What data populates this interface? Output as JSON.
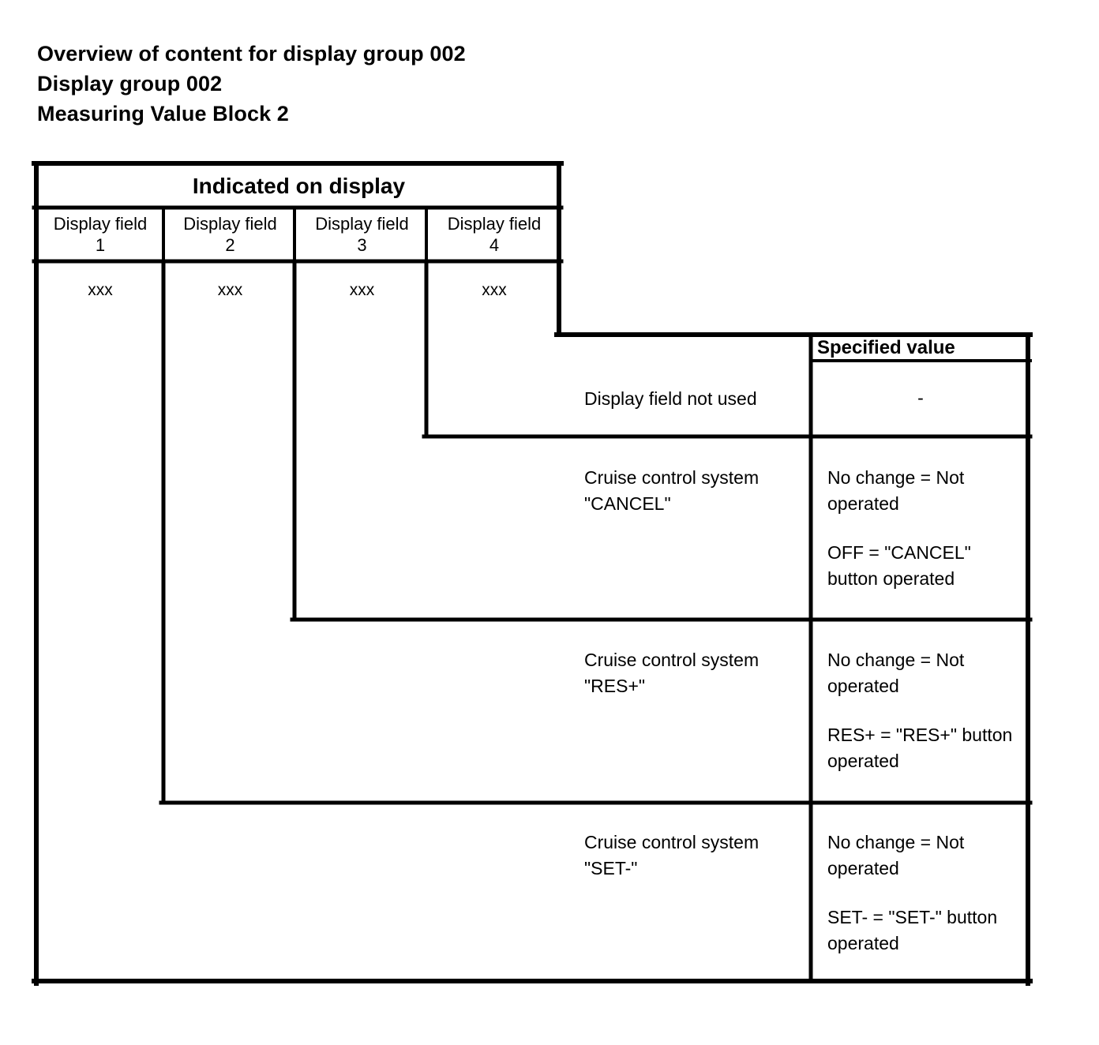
{
  "document": {
    "headings": [
      "Overview of content for display group 002",
      "Display group 002",
      "Measuring Value Block 2"
    ]
  },
  "table": {
    "banner": "Indicated on display",
    "display_fields": [
      {
        "label": "Display field",
        "number": "1",
        "value": "xxx"
      },
      {
        "label": "Display field",
        "number": "2",
        "value": "xxx"
      },
      {
        "label": "Display field",
        "number": "3",
        "value": "xxx"
      },
      {
        "label": "Display field",
        "number": "4",
        "value": "xxx"
      }
    ],
    "specified_value_header": "Specified value",
    "rows": [
      {
        "description_line1": "Display field not used",
        "description_line2": "",
        "value_para1": "-",
        "value_para2": ""
      },
      {
        "description_line1": "Cruise control system",
        "description_line2": "\"CANCEL\"",
        "value_para1": "No change = Not operated",
        "value_para2": "OFF = \"CANCEL\" button operated"
      },
      {
        "description_line1": "Cruise control system",
        "description_line2": "\"RES+\"",
        "value_para1": "No change = Not operated",
        "value_para2": "RES+ = \"RES+\" button operated"
      },
      {
        "description_line1": "Cruise control system",
        "description_line2": "\"SET-\"",
        "value_para1": "No change = Not operated",
        "value_para2": "SET- = \"SET-\" button operated"
      }
    ]
  },
  "style": {
    "ink": "#000000",
    "paper": "#ffffff"
  }
}
